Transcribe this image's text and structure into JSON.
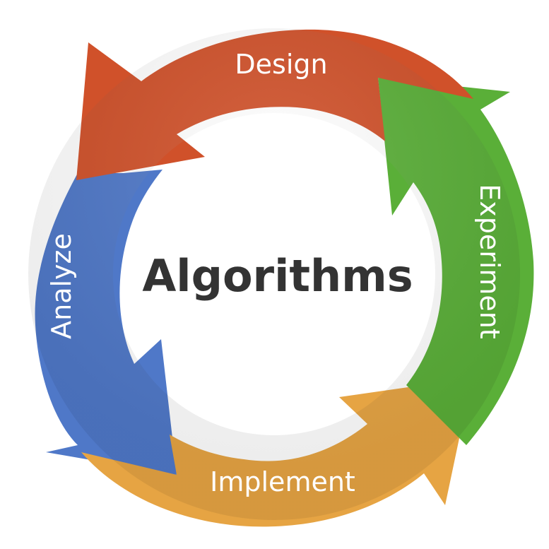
{
  "center": {
    "title": "Algorithms"
  },
  "stages": [
    {
      "label": "Design",
      "color": "#d0512a"
    },
    {
      "label": "Experiment",
      "color": "#5aaf38"
    },
    {
      "label": "Implement",
      "color": "#e6a443"
    },
    {
      "label": "Analyze",
      "color": "#4f78c8"
    }
  ]
}
